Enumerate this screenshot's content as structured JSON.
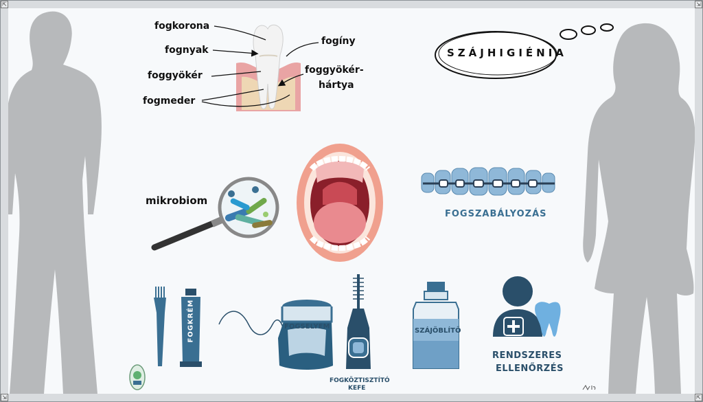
{
  "title": "SZÁJHIGIÉNIA",
  "tooth_labels": {
    "fogkorona": "fogkorona",
    "fognyak": "fognyak",
    "foggyoker": "foggyökér",
    "fogmeder": "fogmeder",
    "foginy": "fogíny",
    "hartya_line1": "foggyökér-",
    "hartya_line2": "hártya"
  },
  "mikrobiom": "mikrobiom",
  "fogszabalyozas": "FOGSZABÁLYOZÁS",
  "fogkrem": "FOGKRÉM",
  "fogselyem": "FOGSELYEM",
  "fogkoztisztito_line1": "FOGKÖZTISZTÍTÓ",
  "fogkoztisztito_line2": "KEFE",
  "szajoblito": "SZÁJÖBLÍTŐ",
  "ellenorzes_line1": "RENDSZERES",
  "ellenorzes_line2": "ELLENŐRZÉS",
  "colors": {
    "accent": "#3a6f92",
    "silhouette": "#b7b9bb",
    "tooth_blue": "#8fb8d8"
  }
}
